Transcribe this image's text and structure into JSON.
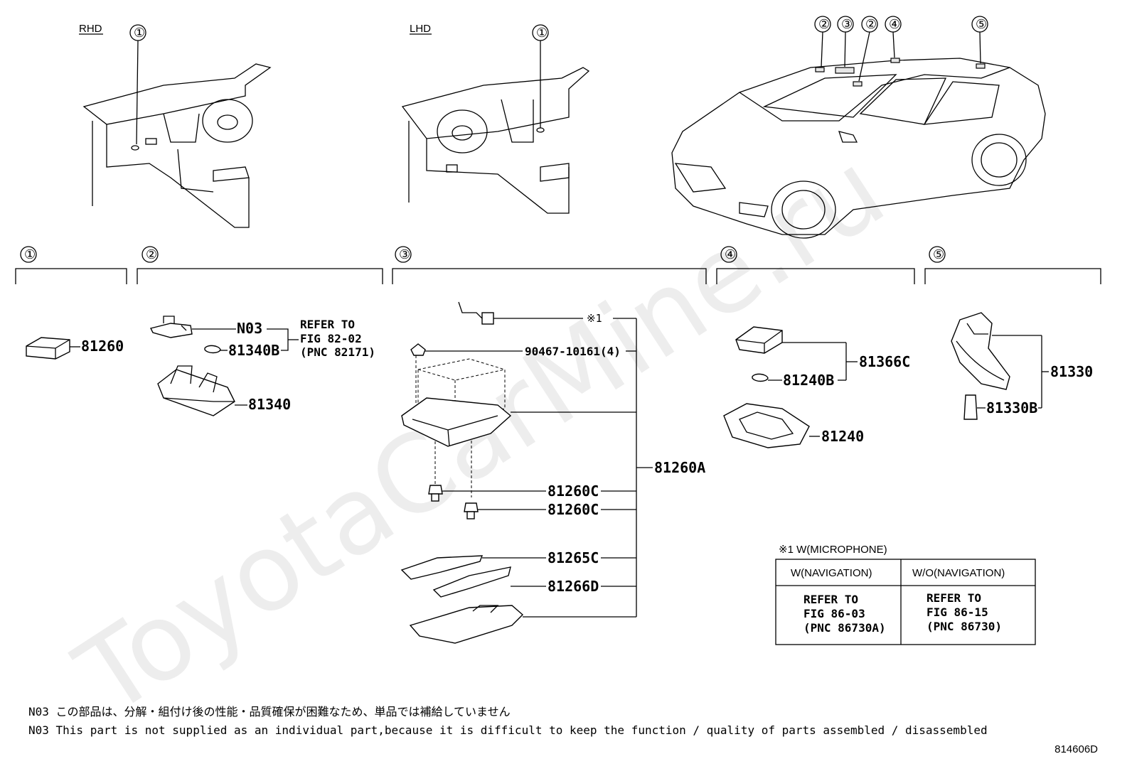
{
  "views": {
    "rhd_label": "RHD",
    "lhd_label": "LHD"
  },
  "callouts": {
    "c1": "①",
    "c2": "②",
    "c3": "③",
    "c4": "④",
    "c5": "⑤"
  },
  "sections": [
    {
      "marker": "①"
    },
    {
      "marker": "②"
    },
    {
      "marker": "③"
    },
    {
      "marker": "④"
    },
    {
      "marker": "⑤"
    }
  ],
  "parts": {
    "p81260": "81260",
    "n03": "N03",
    "p81340B": "81340B",
    "p81340": "81340",
    "refer_82": [
      "REFER TO",
      "FIG 82-02",
      "(PNC 82171)"
    ],
    "mic_note": "※1",
    "p90467": "90467-10161(4)",
    "p81260A": "81260A",
    "p81260C_1": "81260C",
    "p81260C_2": "81260C",
    "p81265C": "81265C",
    "p81266D": "81266D",
    "p81366C": "81366C",
    "p81240B": "81240B",
    "p81240": "81240",
    "p81330": "81330",
    "p81330B": "81330B"
  },
  "microphone_table": {
    "caption": "※1 W(MICROPHONE)",
    "headers": [
      "W(NAVIGATION)",
      "W/O(NAVIGATION)"
    ],
    "cells": [
      [
        "REFER TO",
        "FIG 86-03",
        "(PNC 86730A)"
      ],
      [
        "REFER TO",
        "FIG 86-15",
        "(PNC 86730)"
      ]
    ]
  },
  "notes": {
    "jp": "N03 この部品は、分解・組付け後の性能・品質確保が困難なため、単品では補給していません",
    "en": "N03 This part is not supplied as an individual part,because it is difficult to keep the function / quality of parts assembled / disassembled"
  },
  "watermark": "ToyotaCarMine.ru",
  "diagram_code": "814606D"
}
